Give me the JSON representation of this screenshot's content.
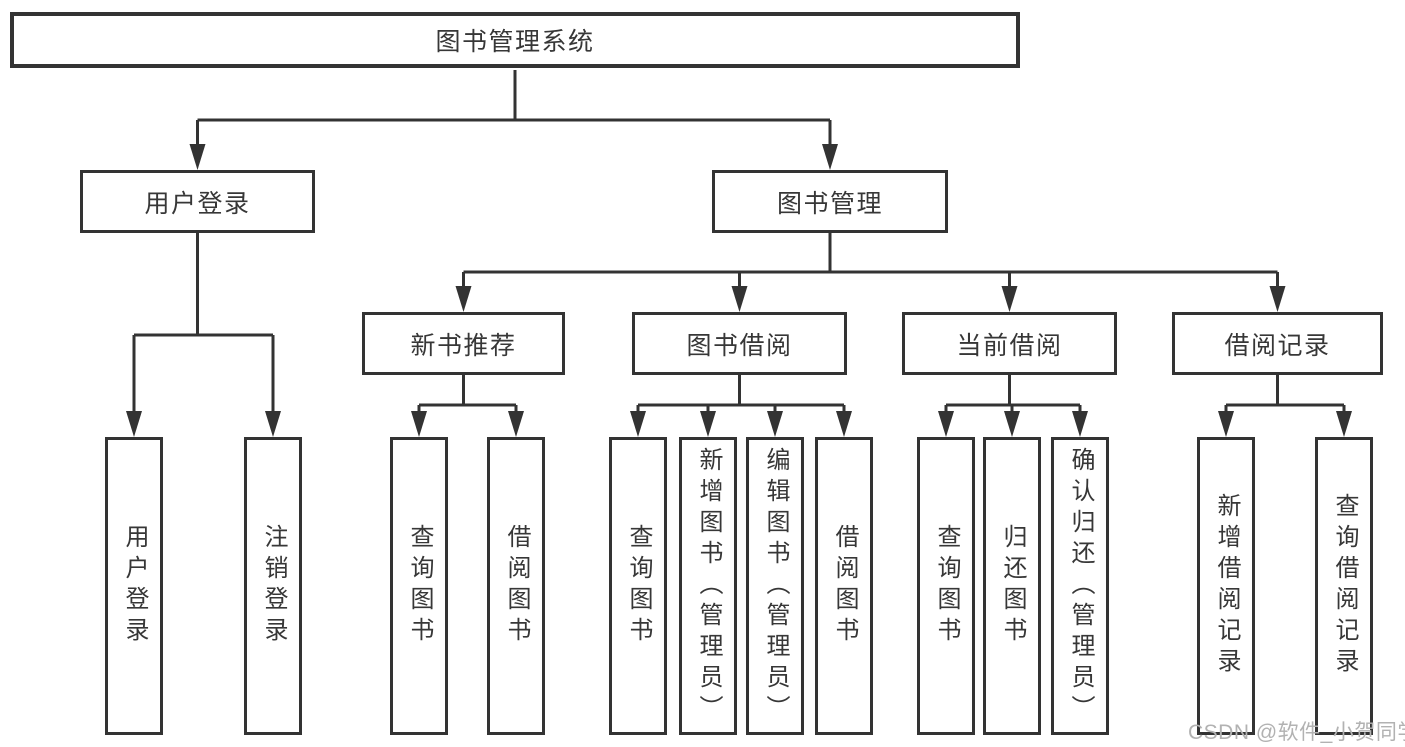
{
  "diagram": {
    "title": "图书管理系统",
    "root": {
      "label": "图书管理系统"
    },
    "level2": [
      {
        "id": "user-login",
        "label": "用户登录"
      },
      {
        "id": "book-management",
        "label": "图书管理"
      }
    ],
    "level3": [
      {
        "id": "new-book-recommend",
        "label": "新书推荐"
      },
      {
        "id": "book-borrowing",
        "label": "图书借阅"
      },
      {
        "id": "current-borrowing",
        "label": "当前借阅"
      },
      {
        "id": "borrowing-records",
        "label": "借阅记录"
      }
    ],
    "leaves": {
      "user_login": [
        "用户登录",
        "注销登录"
      ],
      "new_book": [
        "查询图书",
        "借阅图书"
      ],
      "book_borrow": [
        "查询图书",
        "新增图书（管理员）",
        "编辑图书（管理员）",
        "借阅图书"
      ],
      "current_borrow": [
        "查询图书",
        "归还图书",
        "确认归还（管理员）"
      ],
      "borrow_records": [
        "新增借阅记录",
        "查询借阅记录"
      ]
    }
  },
  "watermark": {
    "text": "CSDN @软件_小贺同学",
    "color": "#b2b2b2"
  },
  "colors": {
    "line": "#333333",
    "text": "#373737",
    "background": "#ffffff"
  }
}
